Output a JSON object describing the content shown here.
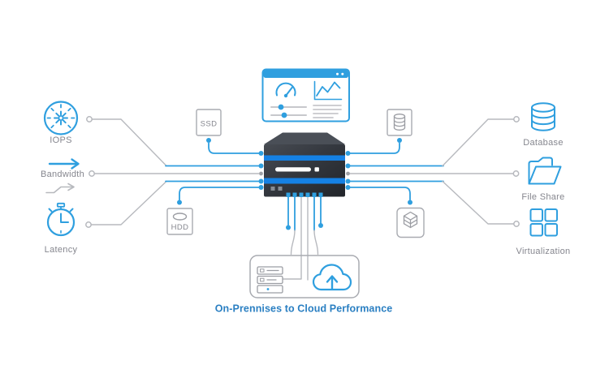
{
  "caption": {
    "text": "On-Prennises to Cloud Performance"
  },
  "metrics": [
    {
      "label": "IOPS",
      "icon": "gauge-icon"
    },
    {
      "label": "Bandwidth",
      "icon": "arrow-right-icon"
    },
    {
      "label": "Latency",
      "icon": "stopwatch-icon"
    }
  ],
  "services": [
    {
      "label": "Database",
      "icon": "database-icon"
    },
    {
      "label": "File Share",
      "icon": "folder-icon"
    },
    {
      "label": "Virtualization",
      "icon": "grid-icon"
    }
  ],
  "storage_boxes": {
    "ssd_label": "SSD",
    "hdd_label": "HDD",
    "database_mini_icon": "database-mini-icon",
    "stack_icon": "layer-stack-icon"
  },
  "center_icons": {
    "dashboard": "dashboard-window-icon",
    "server": "server-icon",
    "rack": "rack-icon",
    "cloud": "cloud-upload-icon"
  },
  "colors": {
    "blue": "#2f9fdf",
    "band_blue": "#1581e4",
    "caption_blue": "#2a7fc2",
    "gray_line": "#b7b9be",
    "gray_text": "#85868e",
    "box_border": "#a9abb1",
    "glyph_gray": "#9b9da3",
    "widget_gray": "#c7c8cc",
    "dot_gray": "#9fa1a7",
    "server_top": "#4a4f57",
    "server_front_dark": "#22252a",
    "server_front_light": "#474b52"
  }
}
